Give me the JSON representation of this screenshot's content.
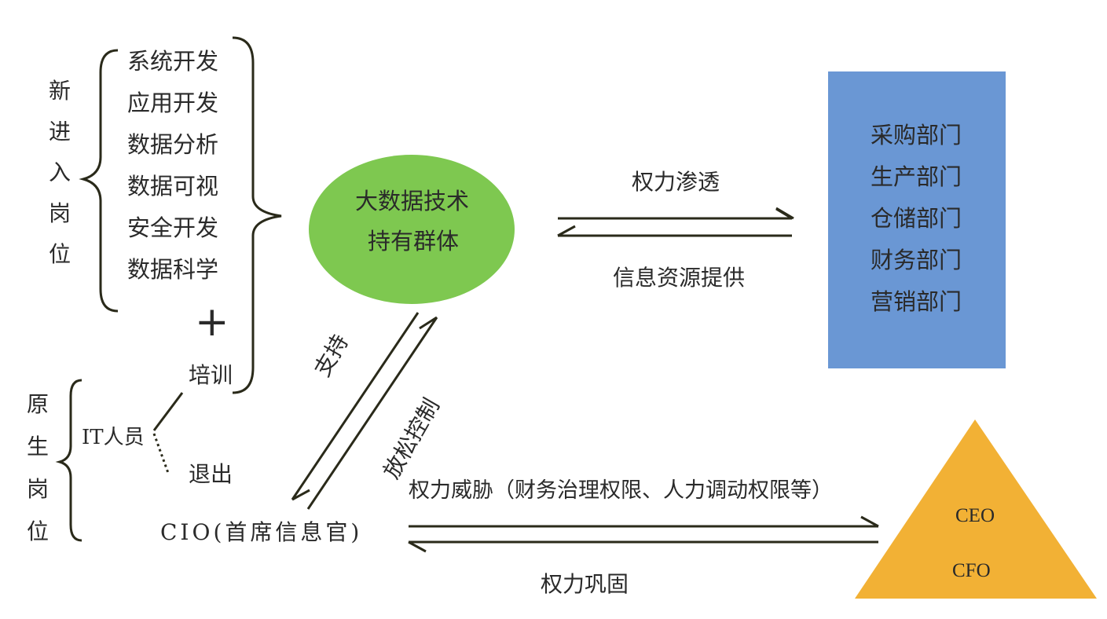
{
  "left_group": {
    "new_roles_label": [
      "新",
      "进",
      "入",
      "岗",
      "位"
    ],
    "new_roles": [
      "系统开发",
      "应用开发",
      "数据分析",
      "数据可视",
      "安全开发",
      "数据科学"
    ],
    "plus": "+",
    "training": "培训",
    "original_roles_label": [
      "原",
      "生",
      "岗",
      "位"
    ],
    "it_staff": "IT人员",
    "exit": "退出"
  },
  "center": {
    "ellipse_line1": "大数据技术",
    "ellipse_line2": "持有群体",
    "support": "支持",
    "loosen_control": "放松控制",
    "cio": "CIO(首席信息官)"
  },
  "right_group": {
    "power_penetration": "权力渗透",
    "info_resources": "信息资源提供",
    "departments": [
      "采购部门",
      "生产部门",
      "仓储部门",
      "财务部门",
      "营销部门"
    ]
  },
  "bottom": {
    "power_threat": "权力威胁（财务治理权限、人力调动权限等）",
    "power_consolidation": "权力巩固",
    "ceo": "CEO",
    "cfo": "CFO"
  },
  "colors": {
    "ellipse_fill": "#7ec850",
    "dept_box_fill": "#6a97d4",
    "triangle_fill": "#f2b135",
    "stroke": "#2a2a1a"
  }
}
